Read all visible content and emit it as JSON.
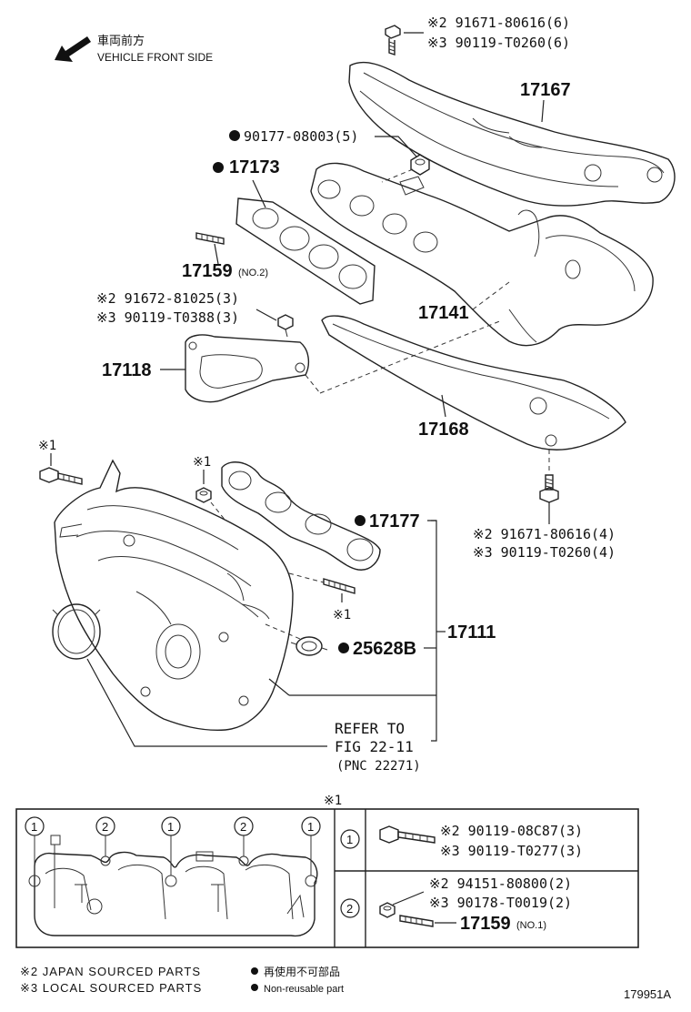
{
  "header": {
    "front_label_jp": "車両前方",
    "front_label_en": "VEHICLE FRONT SIDE"
  },
  "callouts": {
    "bolt_top_jp": "※2  91671-80616(6)",
    "bolt_top_local": "※3  90119-T0260(6)",
    "p17167": "17167",
    "nut_90177": "90177-08003(5)",
    "p17173": "17173",
    "p17159": "17159",
    "p17159_note": "(NO.2)",
    "stud_jp": "※2 91672-81025(3)",
    "stud_local": "※3 90119-T0388(3)",
    "p17141": "17141",
    "p17118": "17118",
    "p17168": "17168",
    "mark1_a": "※1",
    "mark1_b": "※1",
    "mark1_c": "※1",
    "p17177": "17177",
    "bolt_bot_jp": "※2  91671-80616(4)",
    "bolt_bot_local": "※3  90119-T0260(4)",
    "p17111": "17111",
    "p25628b": "25628B",
    "refer_1": "REFER TO",
    "refer_2": "FIG 22-11",
    "refer_3": "(PNC 22271)"
  },
  "detail": {
    "title_mark": "※1",
    "pos_labels": [
      "1",
      "2",
      "1",
      "2",
      "1"
    ],
    "row1_num": "1",
    "row1_jp": "※2 90119-08C87(3)",
    "row1_local": "※3 90119-T0277(3)",
    "row2_num": "2",
    "row2_jp": "※2 94151-80800(2)",
    "row2_local": "※3 90178-T0019(2)",
    "row2_part": "17159",
    "row2_part_note": "(NO.1)"
  },
  "legend": {
    "jp_sourced": "※2 JAPAN SOURCED PARTS",
    "local_sourced": "※3 LOCAL SOURCED PARTS",
    "nonreuse_jp": "再使用不可部品",
    "nonreuse_en": "Non-reusable part",
    "figure_id": "179951A"
  }
}
